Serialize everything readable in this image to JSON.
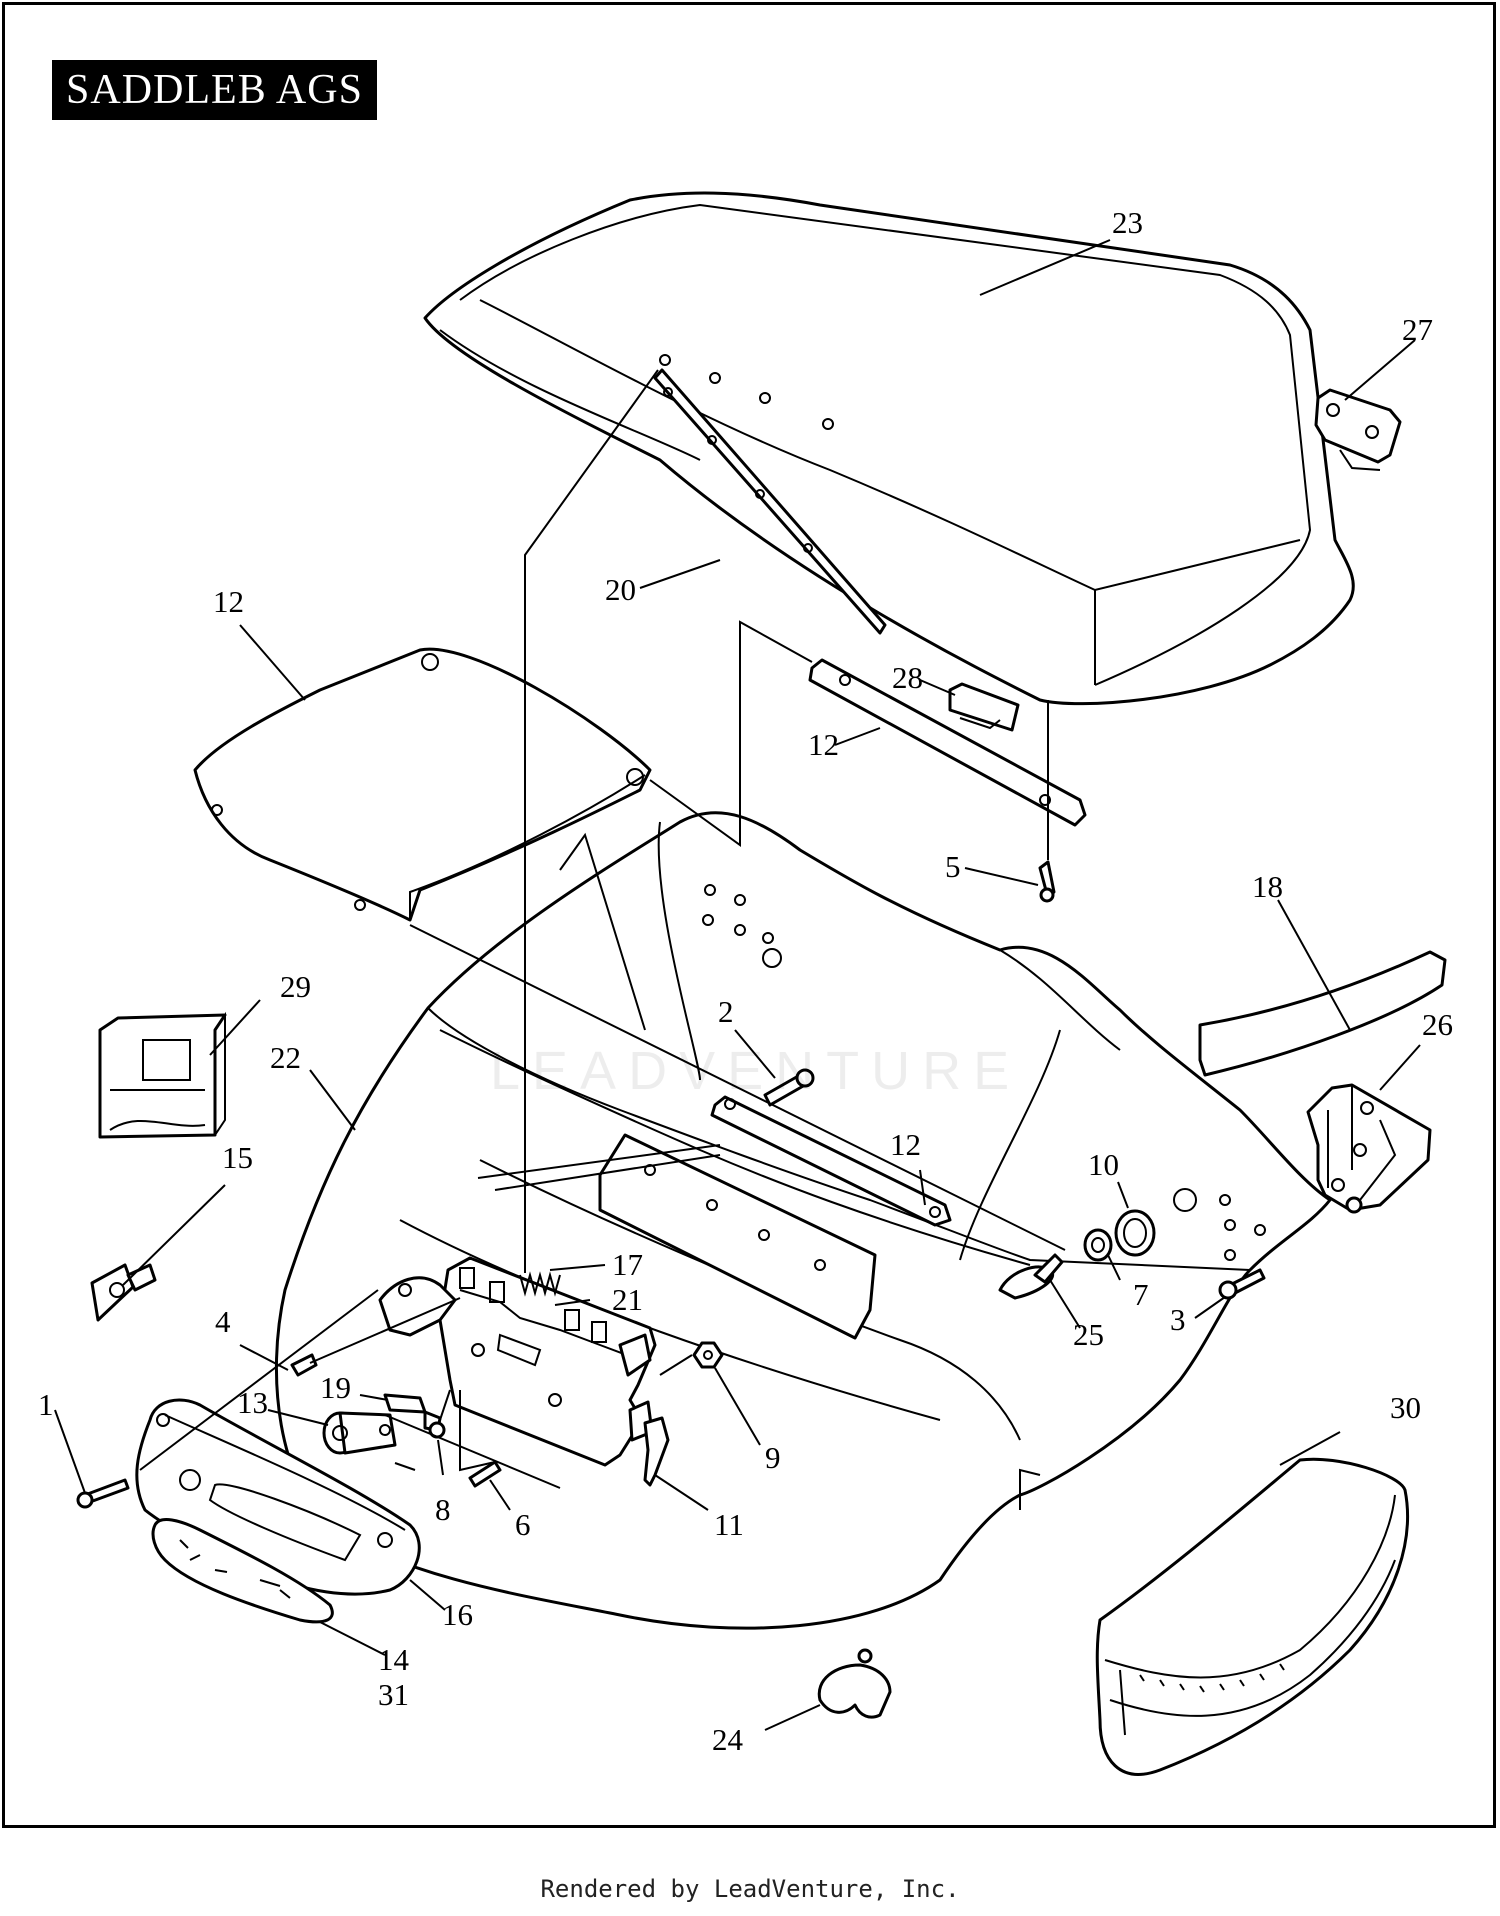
{
  "title": "SADDLEB AGS",
  "footer": "Rendered by LeadVenture, Inc.",
  "watermark": "LEADVENTURE",
  "callouts": [
    {
      "id": "23",
      "label": "23"
    },
    {
      "id": "27",
      "label": "27"
    },
    {
      "id": "20",
      "label": "20"
    },
    {
      "id": "12a",
      "label": "12"
    },
    {
      "id": "28",
      "label": "28"
    },
    {
      "id": "12b",
      "label": "12"
    },
    {
      "id": "5",
      "label": "5"
    },
    {
      "id": "18",
      "label": "18"
    },
    {
      "id": "29",
      "label": "29"
    },
    {
      "id": "2",
      "label": "2"
    },
    {
      "id": "26",
      "label": "26"
    },
    {
      "id": "22",
      "label": "22"
    },
    {
      "id": "15",
      "label": "15"
    },
    {
      "id": "12c",
      "label": "12"
    },
    {
      "id": "10",
      "label": "10"
    },
    {
      "id": "17",
      "label": "17"
    },
    {
      "id": "21",
      "label": "21"
    },
    {
      "id": "7",
      "label": "7"
    },
    {
      "id": "25",
      "label": "25"
    },
    {
      "id": "3",
      "label": "3"
    },
    {
      "id": "4",
      "label": "4"
    },
    {
      "id": "19",
      "label": "19"
    },
    {
      "id": "1",
      "label": "1"
    },
    {
      "id": "13",
      "label": "13"
    },
    {
      "id": "9",
      "label": "9"
    },
    {
      "id": "30",
      "label": "30"
    },
    {
      "id": "8",
      "label": "8"
    },
    {
      "id": "6",
      "label": "6"
    },
    {
      "id": "11",
      "label": "11"
    },
    {
      "id": "16",
      "label": "16"
    },
    {
      "id": "14",
      "label": "14"
    },
    {
      "id": "31",
      "label": "31"
    },
    {
      "id": "24",
      "label": "24"
    }
  ]
}
